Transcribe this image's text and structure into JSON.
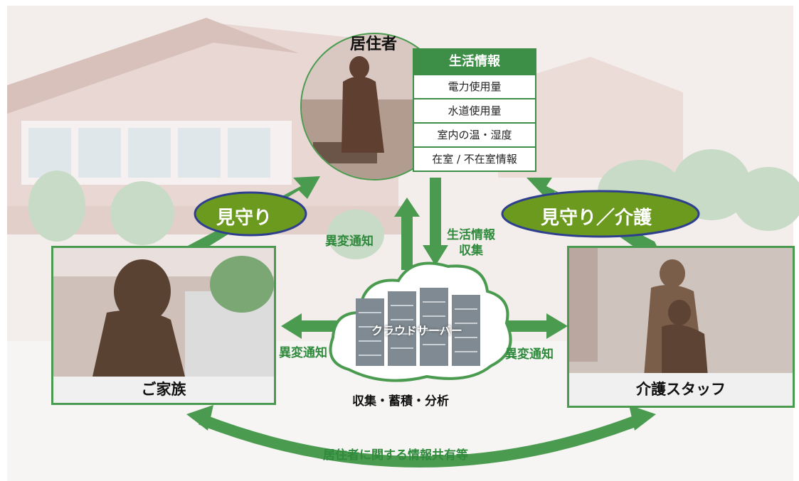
{
  "resident": {
    "label": "居住者"
  },
  "life_info": {
    "title": "生活情報",
    "items": [
      "電力使用量",
      "水道使用量",
      "室内の温・湿度",
      "在室 / 不在室情報"
    ]
  },
  "watch": {
    "left": "見守り",
    "right": "見守り／介護"
  },
  "family": {
    "label": "ご家族"
  },
  "staff": {
    "label": "介護スタッフ"
  },
  "cloud": {
    "label": "クラウドサーバー",
    "caption": "収集・蓄積・分析"
  },
  "arrows": {
    "anomaly_up": "異変通知",
    "collect_line1": "生活情報",
    "collect_line2": "収集",
    "anomaly_left": "異変通知",
    "anomaly_right": "異変通知",
    "share": "居住者に関する情報共有等"
  },
  "colors": {
    "accent_green": "#4a9b4f",
    "badge_green": "#6b9a1f",
    "badge_outline": "#2f3f8f"
  }
}
